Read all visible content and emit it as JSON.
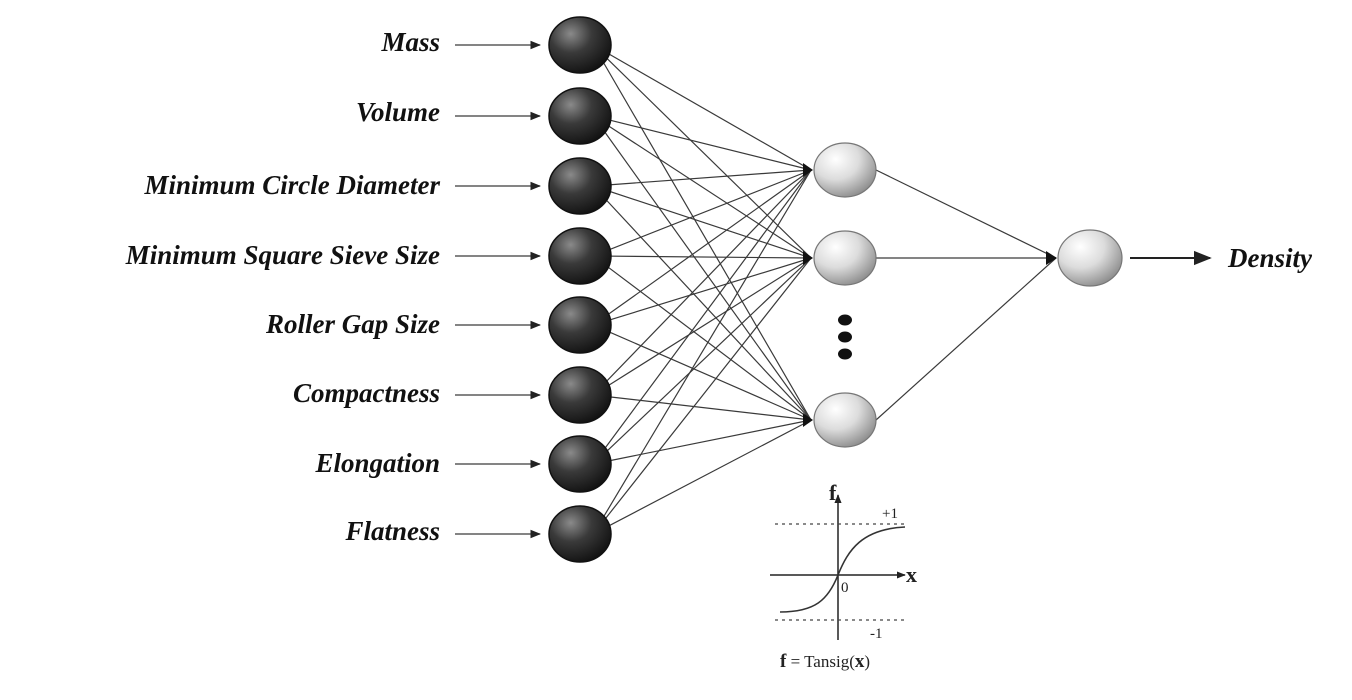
{
  "inputs": [
    {
      "label": "Mass"
    },
    {
      "label": "Volume"
    },
    {
      "label": "Minimum Circle Diameter"
    },
    {
      "label": "Minimum Square Sieve Size"
    },
    {
      "label": "Roller Gap Size"
    },
    {
      "label": "Compactness"
    },
    {
      "label": "Elongation"
    },
    {
      "label": "Flatness"
    }
  ],
  "output": {
    "label": "Density"
  },
  "activation": {
    "f_axis": "f",
    "x_axis": "x",
    "origin": "0",
    "upper": "+1",
    "lower": "-1",
    "formula_f": "f",
    "formula_eq": " = Tansig(",
    "formula_x": "x",
    "formula_close": ")"
  },
  "colors": {
    "input_node": "#2a2a2a",
    "hidden_node": "#c8c8c8",
    "edge": "#3a3a3a",
    "text": "#111111"
  }
}
